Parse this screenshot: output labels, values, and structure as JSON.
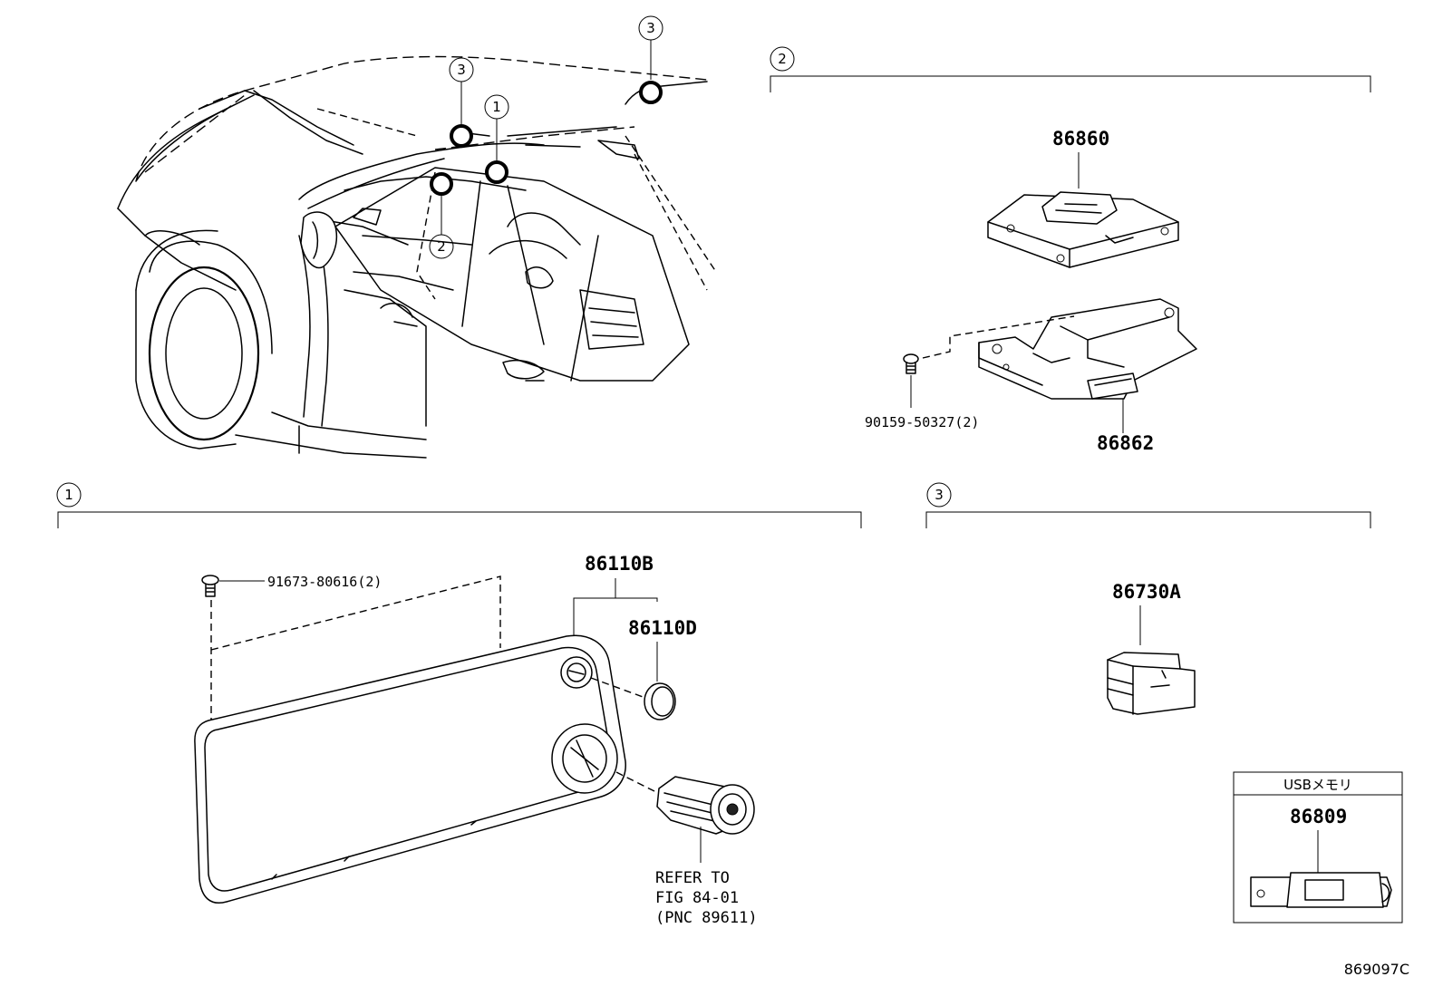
{
  "callouts": {
    "section_1": "1",
    "section_2": "2",
    "section_3": "3"
  },
  "car_markers": {
    "marker_a": "3",
    "marker_b": "3",
    "marker_c": "1",
    "marker_d": "2"
  },
  "section_2": {
    "ecu_part": "86860",
    "bracket_part": "86862",
    "screw_part": "90159-50327(2)"
  },
  "section_1": {
    "screw_part": "91673-80616(2)",
    "mirror_part": "86110B",
    "cap_part": "86110D",
    "refer_line1": "REFER TO",
    "refer_line2": "FIG 84-01",
    "refer_line3": "(PNC 89611)"
  },
  "section_3": {
    "connector_part": "86730A"
  },
  "usb_box": {
    "title": "USBメモリ",
    "part": "86809"
  },
  "illustration_code": "869097C"
}
